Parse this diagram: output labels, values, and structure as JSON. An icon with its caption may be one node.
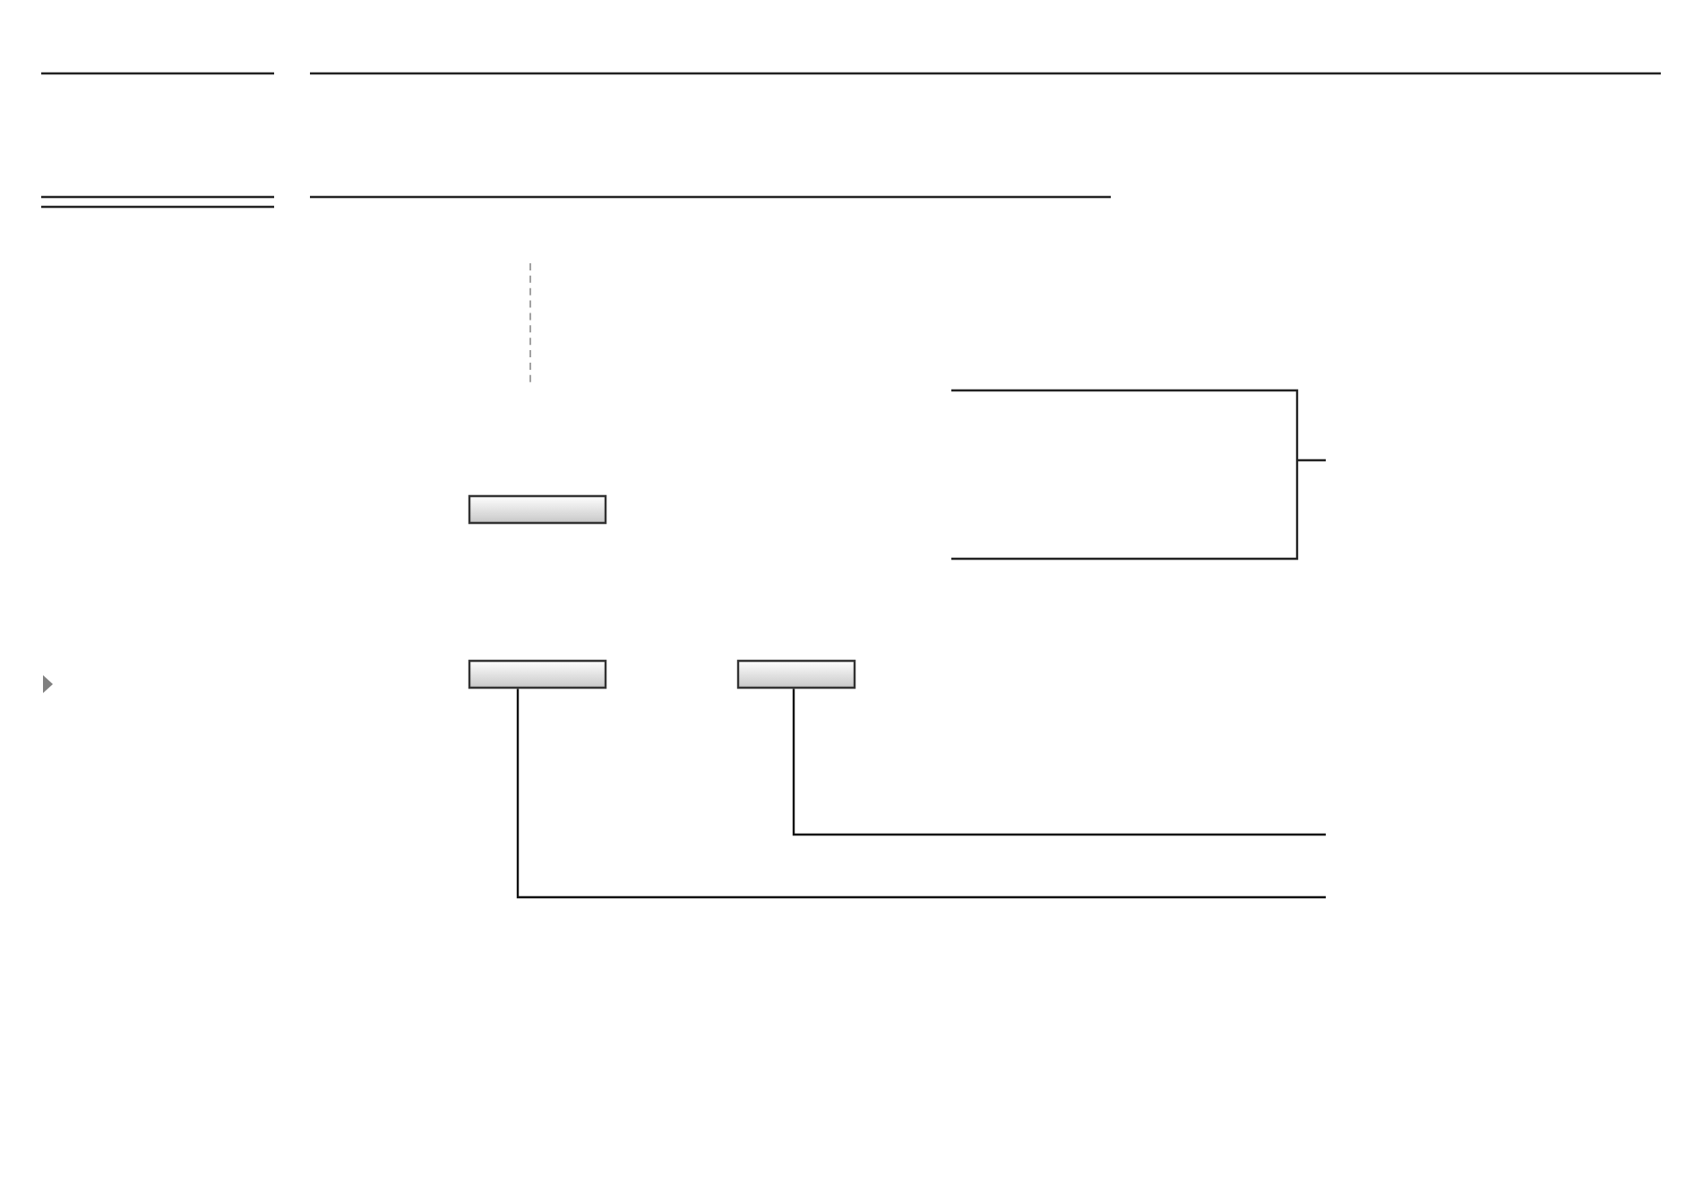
{
  "diagram": {
    "nodes": [
      {
        "text": [],
        "shape": "box"
      },
      {
        "text": [],
        "shape": "box"
      },
      {
        "text": [],
        "shape": "box"
      }
    ],
    "edges": [
      {
        "from": 1,
        "to": null,
        "arrow": "none"
      },
      {
        "from": 2,
        "to": null,
        "arrow": "none"
      }
    ]
  }
}
